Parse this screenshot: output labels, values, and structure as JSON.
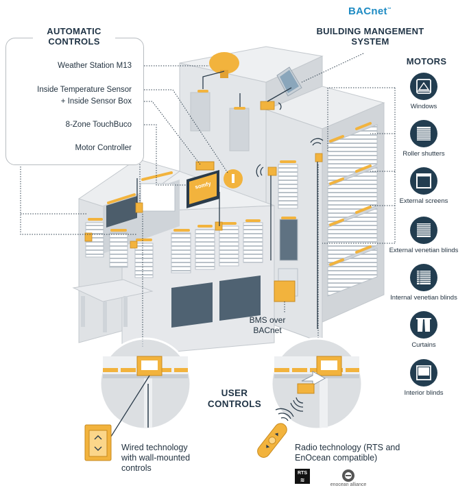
{
  "logo": {
    "text": "BACnet"
  },
  "bms_heading": [
    "BUILDING MANGEMENT",
    "SYSTEM"
  ],
  "automatic_controls": {
    "heading": [
      "AUTOMATIC",
      "CONTROLS"
    ],
    "items": [
      [
        "Weather Station M13"
      ],
      [
        "Inside Temperature Sensor",
        "+ Inside Sensor Box"
      ],
      [
        "8-Zone TouchBuco"
      ],
      [
        "Motor Controller"
      ]
    ]
  },
  "motors": {
    "heading": "MOTORS",
    "items": [
      {
        "label": "Windows",
        "icon": "window-icon"
      },
      {
        "label": "Roller shutters",
        "icon": "roller-shutter-icon"
      },
      {
        "label": "External screens",
        "icon": "external-screen-icon"
      },
      {
        "label": "External venetian blinds",
        "icon": "external-venetian-blind-icon"
      },
      {
        "label": "Internal venetian blinds",
        "icon": "internal-venetian-blind-icon"
      },
      {
        "label": "Curtains",
        "icon": "curtain-icon"
      },
      {
        "label": "Interior blinds",
        "icon": "interior-blind-icon"
      }
    ]
  },
  "bms_over_bacnet": [
    "BMS over",
    "BACnet"
  ],
  "user_controls": {
    "heading": [
      "USER",
      "CONTROLS"
    ]
  },
  "wired": [
    "Wired technology",
    "with wall-mounted",
    "controls"
  ],
  "radio": [
    "Radio technology (RTS and",
    "EnOcean compatible)"
  ],
  "logos": {
    "rts": "RTS",
    "enocean": "enocean alliance"
  },
  "screen_text": "somfy",
  "colors": {
    "accent": "#f2b33d",
    "navy": "#223d50",
    "building": "#dfe2e5",
    "building_dark": "#c7ccd1",
    "bacnet_blue": "#1e8bc3"
  }
}
